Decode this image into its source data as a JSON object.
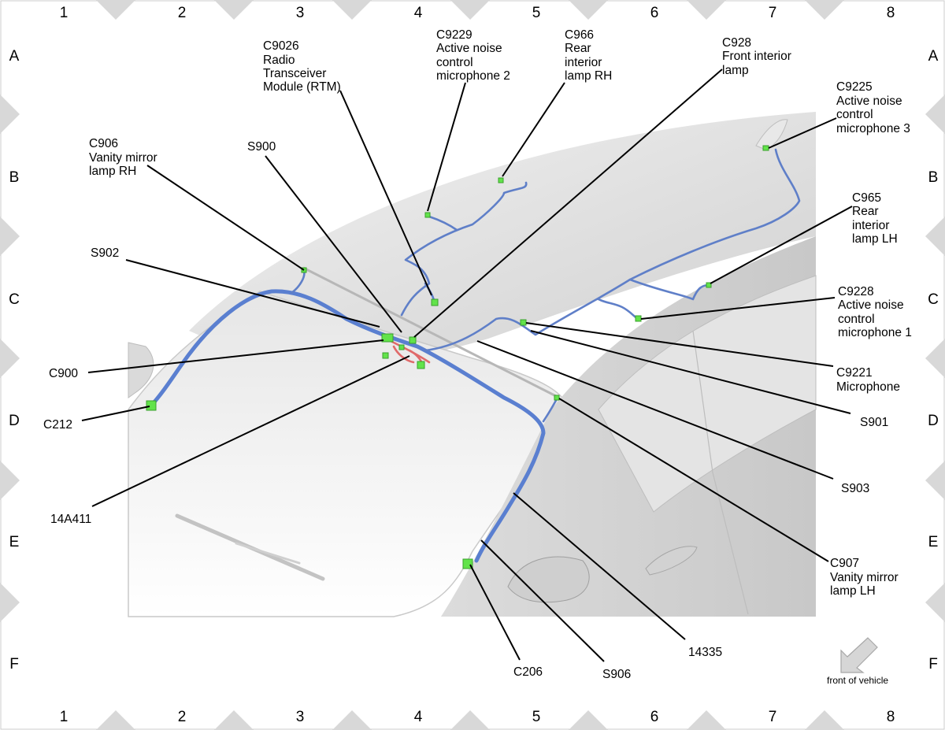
{
  "grid": {
    "columns": [
      "1",
      "2",
      "3",
      "4",
      "5",
      "6",
      "7",
      "8"
    ],
    "rows": [
      "A",
      "B",
      "C",
      "D",
      "E",
      "F"
    ]
  },
  "callouts": {
    "c9026": [
      "C9026",
      "Radio",
      "Transceiver",
      "Module (RTM)"
    ],
    "c9229": [
      "C9229",
      "Active noise",
      "control",
      "microphone 2"
    ],
    "c966": [
      "C966",
      "Rear",
      "interior",
      "lamp RH"
    ],
    "c928": [
      "C928",
      "Front interior",
      "lamp"
    ],
    "c9225": [
      "C9225",
      "Active noise",
      "control",
      "microphone 3"
    ],
    "c906": [
      "C906",
      "Vanity mirror",
      "lamp RH"
    ],
    "s900": [
      "S900"
    ],
    "c965": [
      "C965",
      "Rear",
      "interior",
      "lamp LH"
    ],
    "s902": [
      "S902"
    ],
    "c9228": [
      "C9228",
      "Active noise",
      "control",
      "microphone 1"
    ],
    "c900": [
      "C900"
    ],
    "c9221": [
      "C9221",
      "Microphone"
    ],
    "c212": [
      "C212"
    ],
    "s901": [
      "S901"
    ],
    "s903": [
      "S903"
    ],
    "harness_14a411": [
      "14A411"
    ],
    "c907": [
      "C907",
      "Vanity mirror",
      "lamp LH"
    ],
    "harness_14335": [
      "14335"
    ],
    "c206": [
      "C206"
    ],
    "s906": [
      "S906"
    ]
  },
  "orientation": {
    "label": "front of vehicle",
    "icon": "arrow-down-left-icon"
  },
  "colors": {
    "wire": "#5a7fd0",
    "connector": "#62e34a",
    "red_wire": "#e06a6a",
    "border_tick": "#d8d8d8"
  }
}
